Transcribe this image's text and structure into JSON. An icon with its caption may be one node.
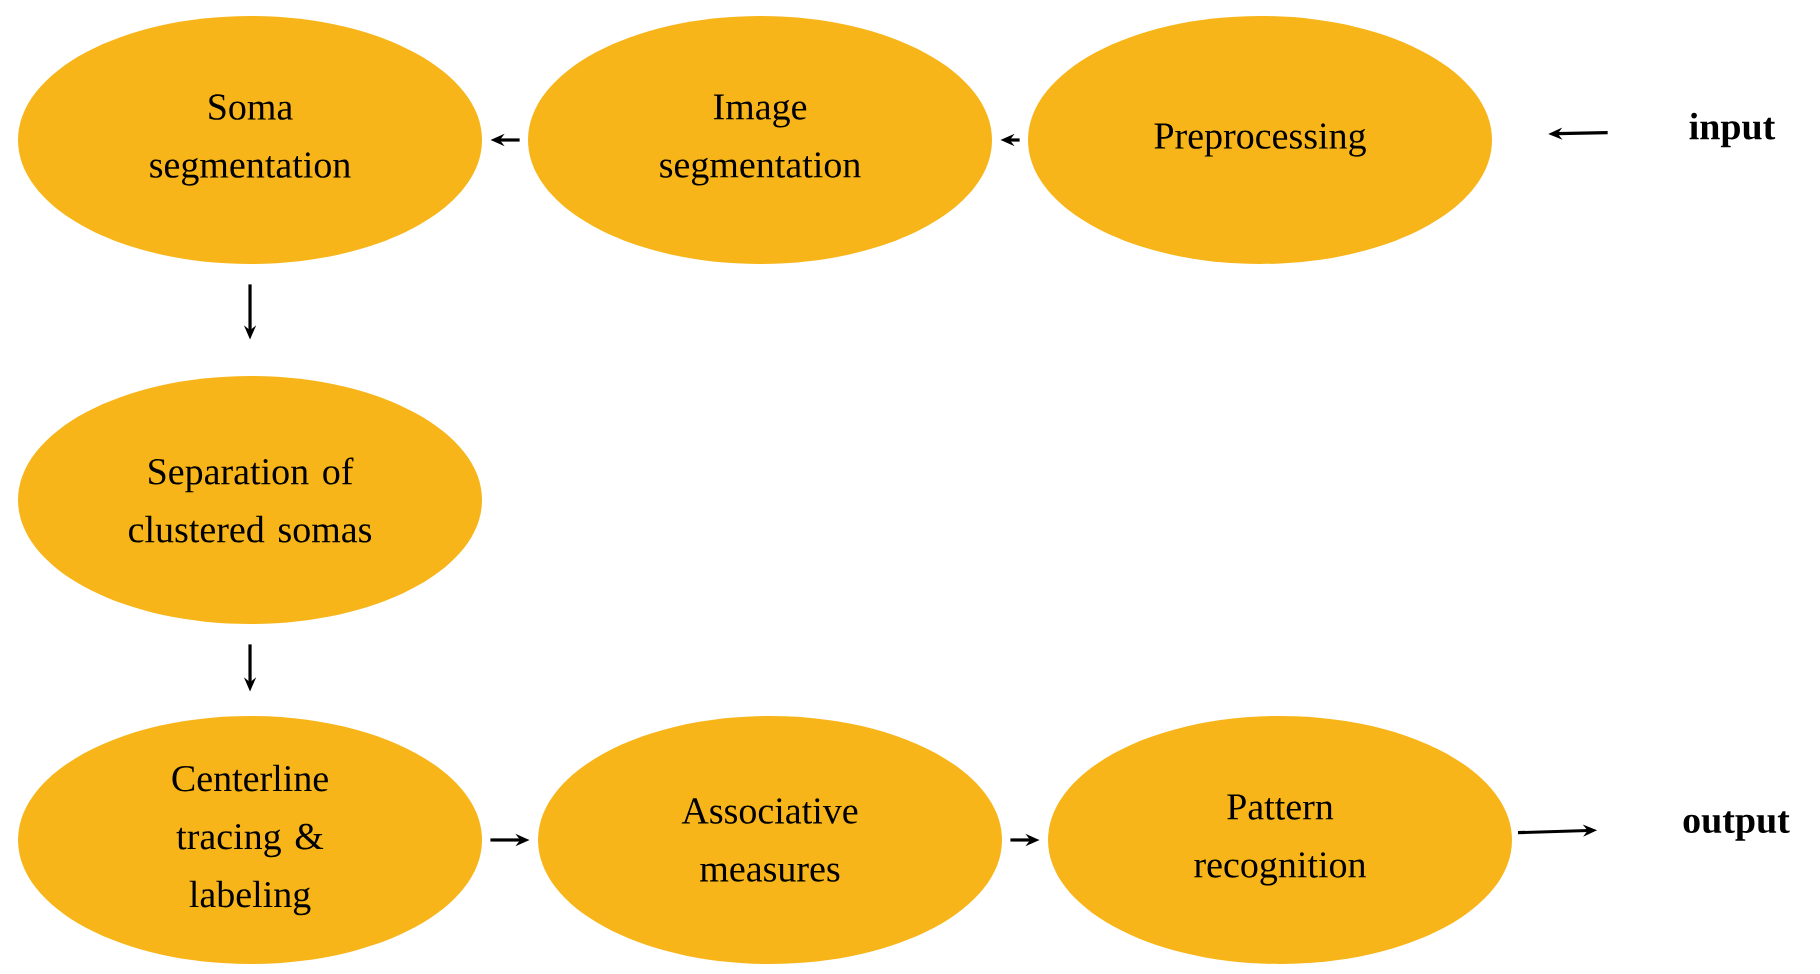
{
  "diagram": {
    "nodes": [
      {
        "text": [
          "Soma segmentation"
        ]
      },
      {
        "text": [
          "Image segmentation"
        ]
      },
      {
        "text": [
          "Preprocessing"
        ]
      },
      {
        "text": [
          "Separation of clustered somas"
        ]
      },
      {
        "text": [
          "Centerline tracing & labeling"
        ]
      },
      {
        "text": [
          "Associative measures"
        ]
      },
      {
        "text": [
          "Pattern recognition"
        ]
      },
      {
        "text": [
          "input"
        ]
      },
      {
        "text": [
          "output"
        ]
      }
    ],
    "edges": [
      {
        "from": 7,
        "to": 2,
        "arrow": "to"
      },
      {
        "from": 2,
        "to": 1,
        "arrow": "to"
      },
      {
        "from": 1,
        "to": 0,
        "arrow": "to"
      },
      {
        "from": 0,
        "to": 3,
        "arrow": "to"
      },
      {
        "from": 3,
        "to": 4,
        "arrow": "to"
      },
      {
        "from": 4,
        "to": 5,
        "arrow": "to"
      },
      {
        "from": 5,
        "to": 6,
        "arrow": "to"
      },
      {
        "from": 6,
        "to": 8,
        "arrow": "to"
      }
    ]
  }
}
